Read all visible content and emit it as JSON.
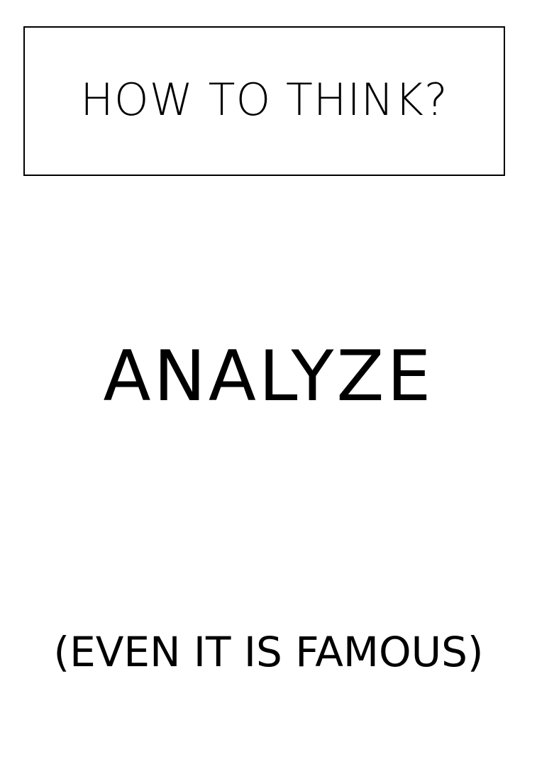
{
  "header": {
    "title": "HOW TO THINK?"
  },
  "main": {
    "word": "ANALYZE"
  },
  "footer": {
    "note": "(EVEN IT IS FAMOUS)"
  },
  "colors": {
    "background": "#ffffff",
    "text": "#000000",
    "border": "#000000"
  }
}
